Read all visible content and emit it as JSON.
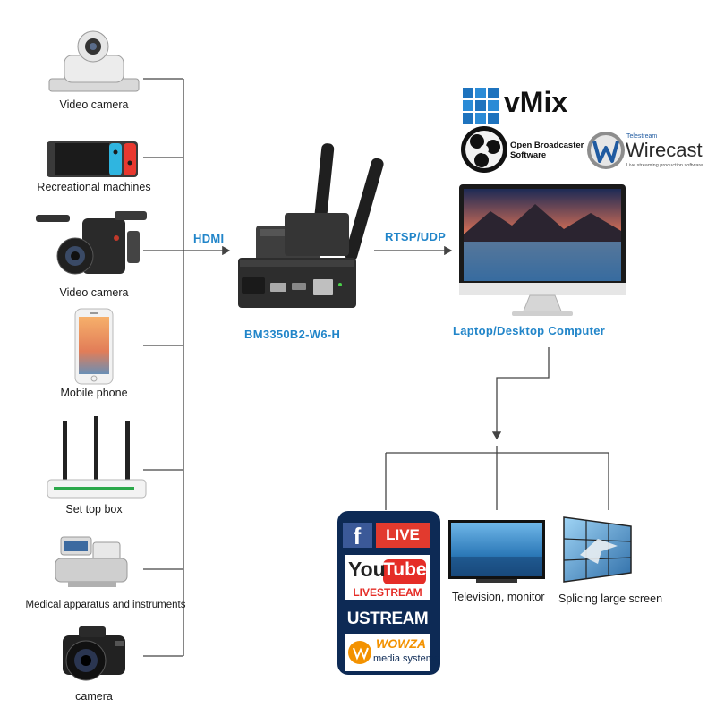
{
  "sources": [
    {
      "name": "video-camera-ptz",
      "label": "Video camera"
    },
    {
      "name": "recreational-machines",
      "label": "Recreational machines"
    },
    {
      "name": "video-camera-handheld",
      "label": "Video camera"
    },
    {
      "name": "mobile-phone",
      "label": "Mobile phone"
    },
    {
      "name": "set-top-box",
      "label": "Set top box"
    },
    {
      "name": "medical-apparatus",
      "label": "Medical apparatus and instruments"
    },
    {
      "name": "camera",
      "label": "camera"
    }
  ],
  "links": {
    "hdmi": "HDMI",
    "rtsp": "RTSP/UDP"
  },
  "encoder": {
    "model": "BM3350B2-W6-H"
  },
  "computer": {
    "label": "Laptop/Desktop Computer"
  },
  "software": {
    "vmix": "vMix",
    "obs_line1": "Open Broadcaster",
    "obs_line2": "Software",
    "wirecast_brand": "Telestream",
    "wirecast": "Wirecast",
    "wirecast_tag": "Live streaming production software"
  },
  "platforms": {
    "facebook_live": "LIVE",
    "youtube_you": "You",
    "youtube_tube": "Tube",
    "youtube_livestream": "LIVESTREAM",
    "ustream": "USTREAM",
    "wowza": "WOWZA",
    "wowza_sub": "media systems"
  },
  "outputs": {
    "tv": "Television, monitor",
    "wall": "Splicing large screen"
  },
  "colors": {
    "accent_blue": "#2185c9",
    "line": "#444444",
    "platform_panel": "#0d2a55",
    "facebook": "#3b5998",
    "live_red": "#e23a2e",
    "youtube_red": "#e52d27"
  }
}
